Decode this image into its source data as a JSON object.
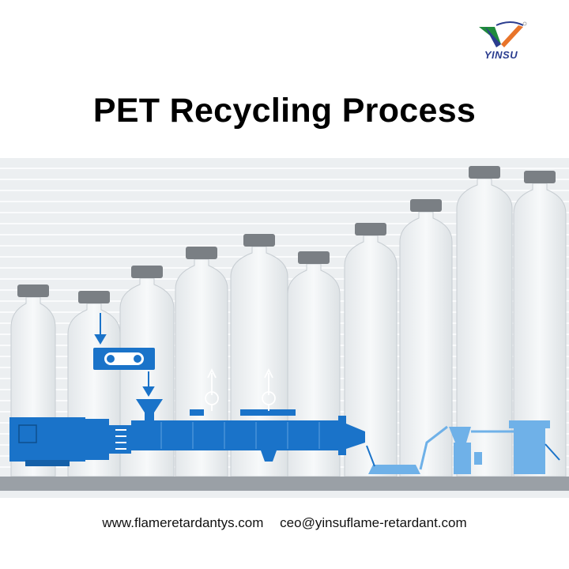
{
  "brand": {
    "name": "YINSU",
    "logo_icon": "yinsu-v-logo-icon",
    "colors": {
      "green": "#1f8a3c",
      "orange": "#e8742a",
      "navy": "#2b3d8f"
    }
  },
  "title": "PET Recycling Process",
  "footer": {
    "website": "www.flameretardantys.com",
    "email": "ceo@yinsuflame-retardant.com"
  },
  "illustration": {
    "icon": "pet-recycling-extruder-illustration",
    "colors": {
      "machine": "#1a73c9",
      "background": "#eceff1",
      "bottle_cap": "#7a7f84",
      "floor": "#9aa0a6"
    }
  }
}
